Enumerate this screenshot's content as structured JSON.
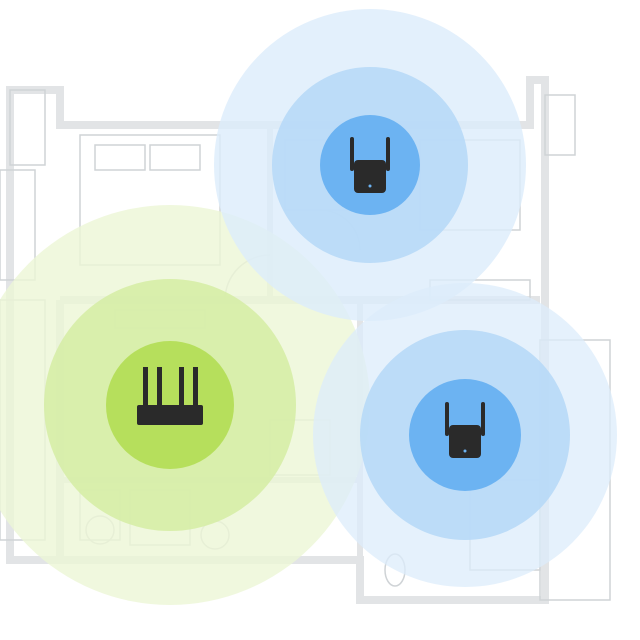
{
  "colors": {
    "router_outer": "#ecf6d6",
    "router_middle": "#d6eda6",
    "router_inner": "#b6df5c",
    "extender_outer": "#dcecfb",
    "extender_middle": "#b7d9f7",
    "extender_inner": "#6cb3f2",
    "device": "#2a2a2a",
    "floorplan_lines": "#cfd3d6",
    "floorplan_walls": "#e3e5e7"
  },
  "devices": [
    {
      "id": "router",
      "icon": "router-icon",
      "kind": "router"
    },
    {
      "id": "extender-top",
      "icon": "wifi-extender-icon",
      "kind": "extender"
    },
    {
      "id": "extender-bottom",
      "icon": "wifi-extender-icon",
      "kind": "extender"
    }
  ]
}
